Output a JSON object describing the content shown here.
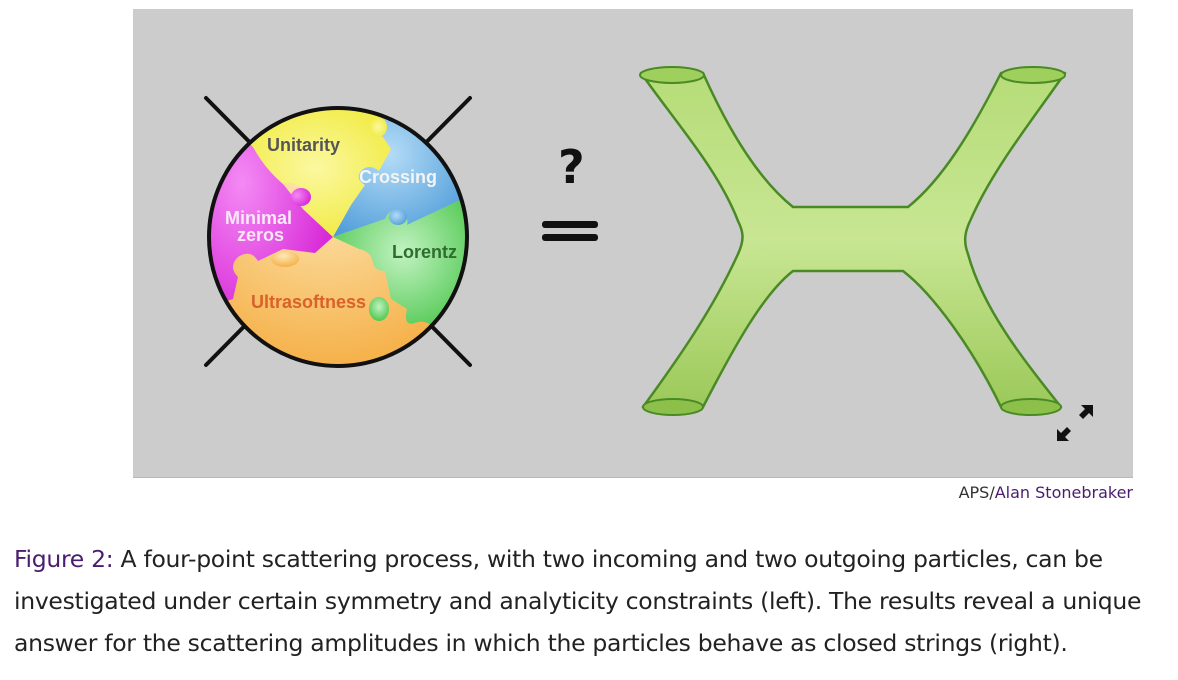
{
  "figure": {
    "puzzle_pieces": {
      "unitarity": "Unitarity",
      "crossing": "Crossing",
      "minimal_zeros_line1": "Minimal",
      "minimal_zeros_line2": "zeros",
      "lorentz": "Lorentz",
      "ultrasoftness": "Ultrasoftness"
    },
    "question_mark": "?",
    "equals_sign": "=",
    "colors": {
      "background": "#cccccc",
      "unitarity": "#f2ee2e",
      "crossing": "#5fa8e0",
      "minimal_zeros": "#e33de3",
      "lorentz": "#5ed15e",
      "ultrasoftness": "#f7b85a",
      "string_tube": "#a9d46a",
      "string_outline": "#4a8a25"
    },
    "icons": {
      "expand": "expand-arrows-icon"
    }
  },
  "credit": {
    "org": "APS",
    "separator": "/",
    "author": "Alan Stonebraker"
  },
  "caption": {
    "label": "Figure 2:",
    "text": " A four-point scattering process, with two incoming and two outgoing particles, can be investigated under certain symmetry and analyticity constraints (left). The results reveal a unique answer for the scattering amplitudes in which the particles behave as closed strings (right)."
  }
}
